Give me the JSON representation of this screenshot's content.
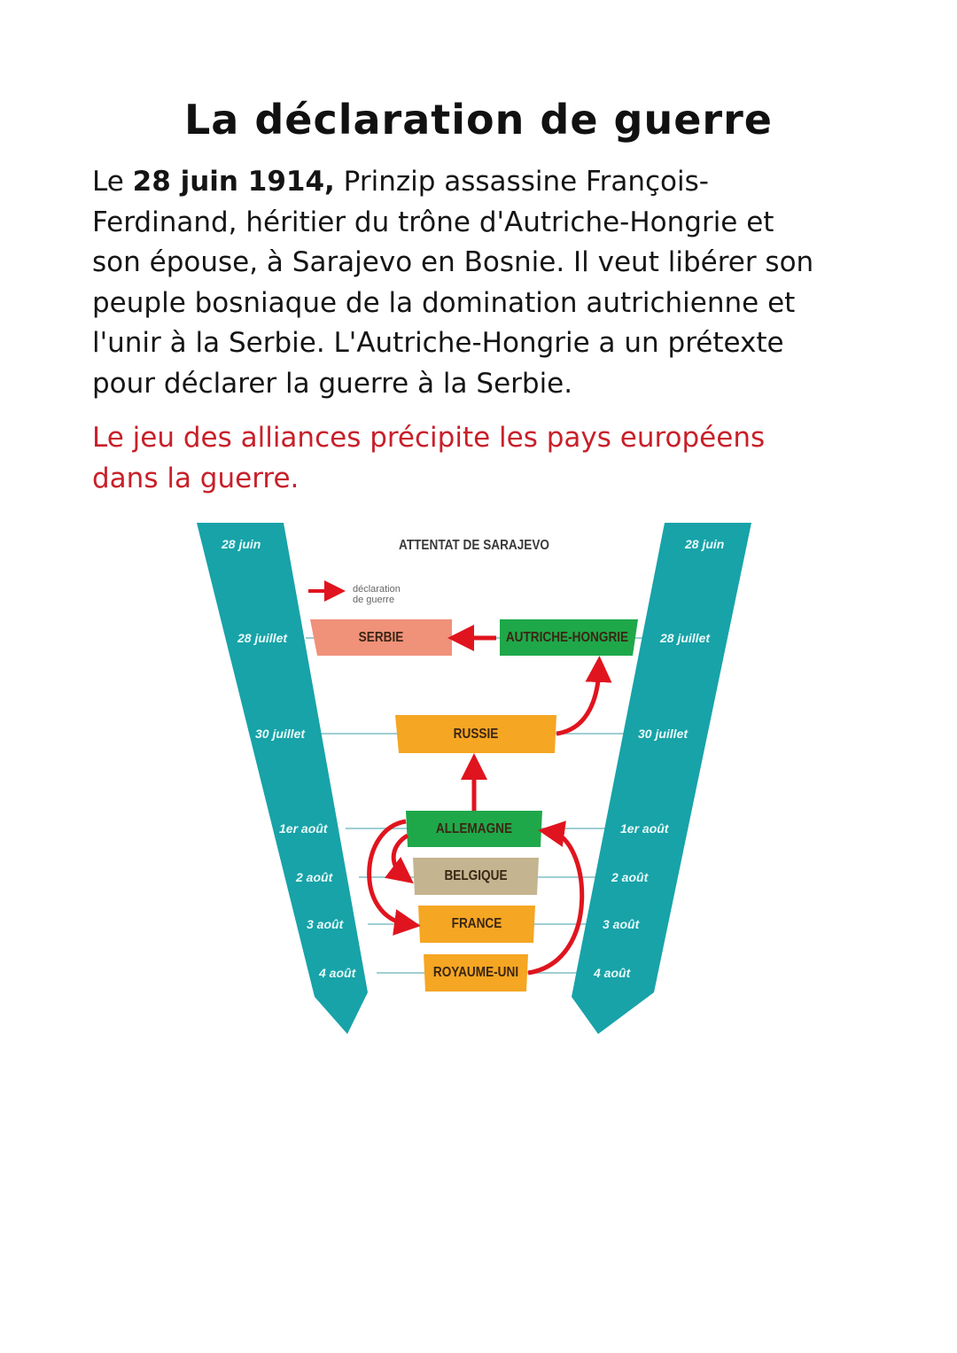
{
  "title": "La déclaration de guerre",
  "paragraph": {
    "prefix": "Le ",
    "date_bold": "28 juin 1914,",
    "line1_rest": " Prinzip assassine François-",
    "line2": "Ferdinand, héritier du trône d'Autriche-Hongrie et",
    "line3": "son épouse, à Sarajevo en Bosnie. Il veut libérer son",
    "line4": "peuple bosniaque de la domination autrichienne et",
    "line5": "l'unir à la Serbie. L'Autriche-Hongrie a un prétexte",
    "line6": "pour déclarer la guerre à la Serbie."
  },
  "highlight": {
    "line1": "Le jeu des alliances précipite les pays européens",
    "line2": "dans la guerre.",
    "color": "#c8202a"
  },
  "diagram": {
    "header": "ATTENTAT DE SARAJEVO",
    "legend": {
      "line1": "déclaration",
      "line2": "de guerre"
    },
    "dates_left": [
      "28 juin",
      "28 juillet",
      "30 juillet",
      "1er août",
      "2 août",
      "3 août",
      "4 août"
    ],
    "dates_right": [
      "28 juin",
      "28 juillet",
      "30 juillet",
      "1er août",
      "2 août",
      "3 août",
      "4 août"
    ],
    "countries": [
      {
        "name": "SERBIE",
        "color": "#f0917a"
      },
      {
        "name": "AUTRICHE-HONGRIE",
        "color": "#1fa84a"
      },
      {
        "name": "RUSSIE",
        "color": "#f5a623"
      },
      {
        "name": "ALLEMAGNE",
        "color": "#1fa84a"
      },
      {
        "name": "BELGIQUE",
        "color": "#c4b48f"
      },
      {
        "name": "FRANCE",
        "color": "#f5a623"
      },
      {
        "name": "ROYAUME-UNI",
        "color": "#f5a623"
      }
    ],
    "declarations": [
      {
        "from": "AUTRICHE-HONGRIE",
        "to": "SERBIE",
        "date": "28 juillet"
      },
      {
        "from": "RUSSIE",
        "to": "AUTRICHE-HONGRIE",
        "date": "30 juillet"
      },
      {
        "from": "ALLEMAGNE",
        "to": "RUSSIE",
        "date": "1er août"
      },
      {
        "from": "ALLEMAGNE",
        "to": "BELGIQUE",
        "date": "2 août"
      },
      {
        "from": "ALLEMAGNE",
        "to": "FRANCE",
        "date": "3 août"
      },
      {
        "from": "ROYAUME-UNI",
        "to": "ALLEMAGNE",
        "date": "4 août"
      }
    ],
    "band_color": "#17a3a8",
    "arrow_color": "#e0141e"
  }
}
